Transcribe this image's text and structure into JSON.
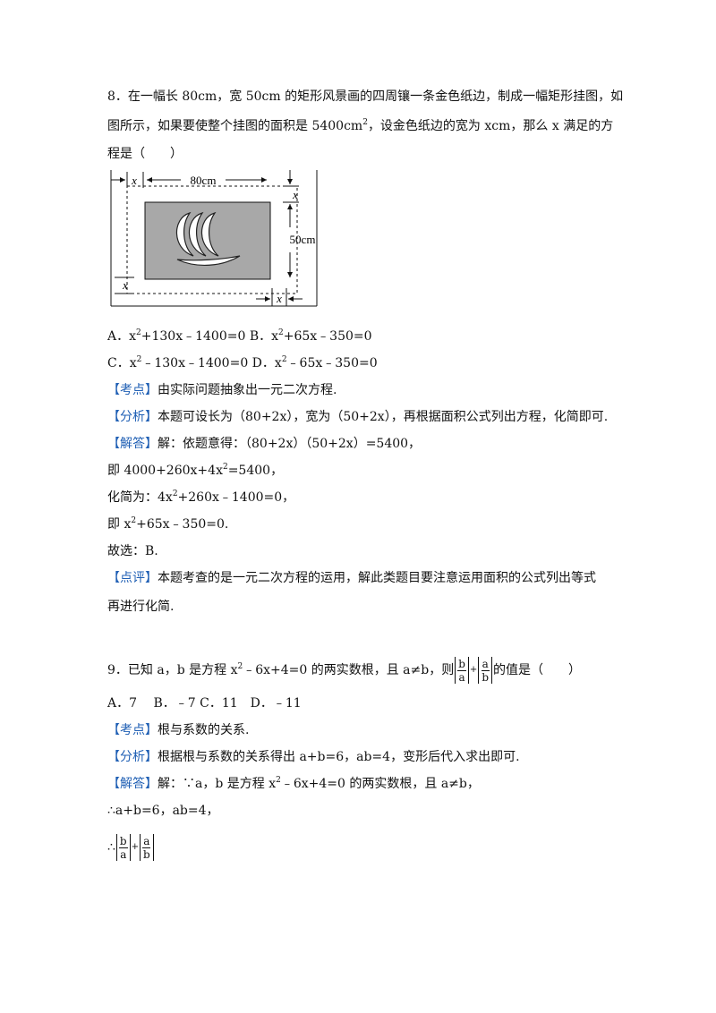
{
  "q8": {
    "stem_l1": "8．在一幅长 80cm，宽 50cm 的矩形风景画的四周镶一条金色纸边，制成一幅矩形挂图，如",
    "stem_l2a": "图所示，如果要使整个挂图的面积是 5400cm",
    "stem_l2sup": "2",
    "stem_l2b": "，设金色纸边的宽为 xcm，那么 x 满足的方",
    "stem_l3": "程是（　　）",
    "figure": {
      "label_80": "80cm",
      "label_50": "50cm",
      "label_x": "x"
    },
    "opt_ab": [
      "A．x",
      "2",
      "+130x﹣1400=0  B．x",
      "2",
      "+65x﹣350=0"
    ],
    "opt_cd": [
      "C．x",
      "2",
      "﹣130x﹣1400=0 D．x",
      "2",
      "﹣65x﹣350=0"
    ],
    "kaodian_tag": "【考点】",
    "kaodian_text": "由实际问题抽象出一元二次方程.",
    "fenxi_tag": "【分析】",
    "fenxi_text": "本题可设长为（80+2x），宽为（50+2x），再根据面积公式列出方程，化简即可.",
    "jieda_tag": "【解答】",
    "jieda_text": "解：依题意得：（80+2x）（50+2x）=5400，",
    "step1a": "即 4000+260x+4x",
    "step1sup": "2",
    "step1b": "=5400，",
    "step2a": "化简为：4x",
    "step2sup": "2",
    "step2b": "+260x﹣1400=0，",
    "step3a": "即 x",
    "step3sup": "2",
    "step3b": "+65x﹣350=0.",
    "choose": "故选：B.",
    "dianping_tag": "【点评】",
    "dianping_text1": "本题考查的是一元二次方程的运用，解此类题目要注意运用面积的公式列出等式",
    "dianping_text2": "再进行化简."
  },
  "q9": {
    "stem_a": "9．已知 a，b 是方程 x",
    "stem_sup": "2",
    "stem_b": "﹣6x+4=0 的两实数根，且 a≠b，则",
    "frac1_num": "b",
    "frac1_den": "a",
    "plus": "+",
    "frac2_num": "a",
    "frac2_den": "b",
    "stem_c": "的值是（　　）",
    "options": "A．7　 B．﹣7  C．11　D．﹣11",
    "kaodian_tag": "【考点】",
    "kaodian_text": "根与系数的关系.",
    "fenxi_tag": "【分析】",
    "fenxi_text": "根据根与系数的关系得出 a+b=6，ab=4，变形后代入求出即可.",
    "jieda_tag": "【解答】",
    "jieda_a": "解：∵a，b 是方程 x",
    "jieda_sup": "2",
    "jieda_b": "﹣6x+4=0 的两实数根，且 a≠b，",
    "step1": "∴a+b=6，ab=4，",
    "step2_prefix": "∴"
  }
}
